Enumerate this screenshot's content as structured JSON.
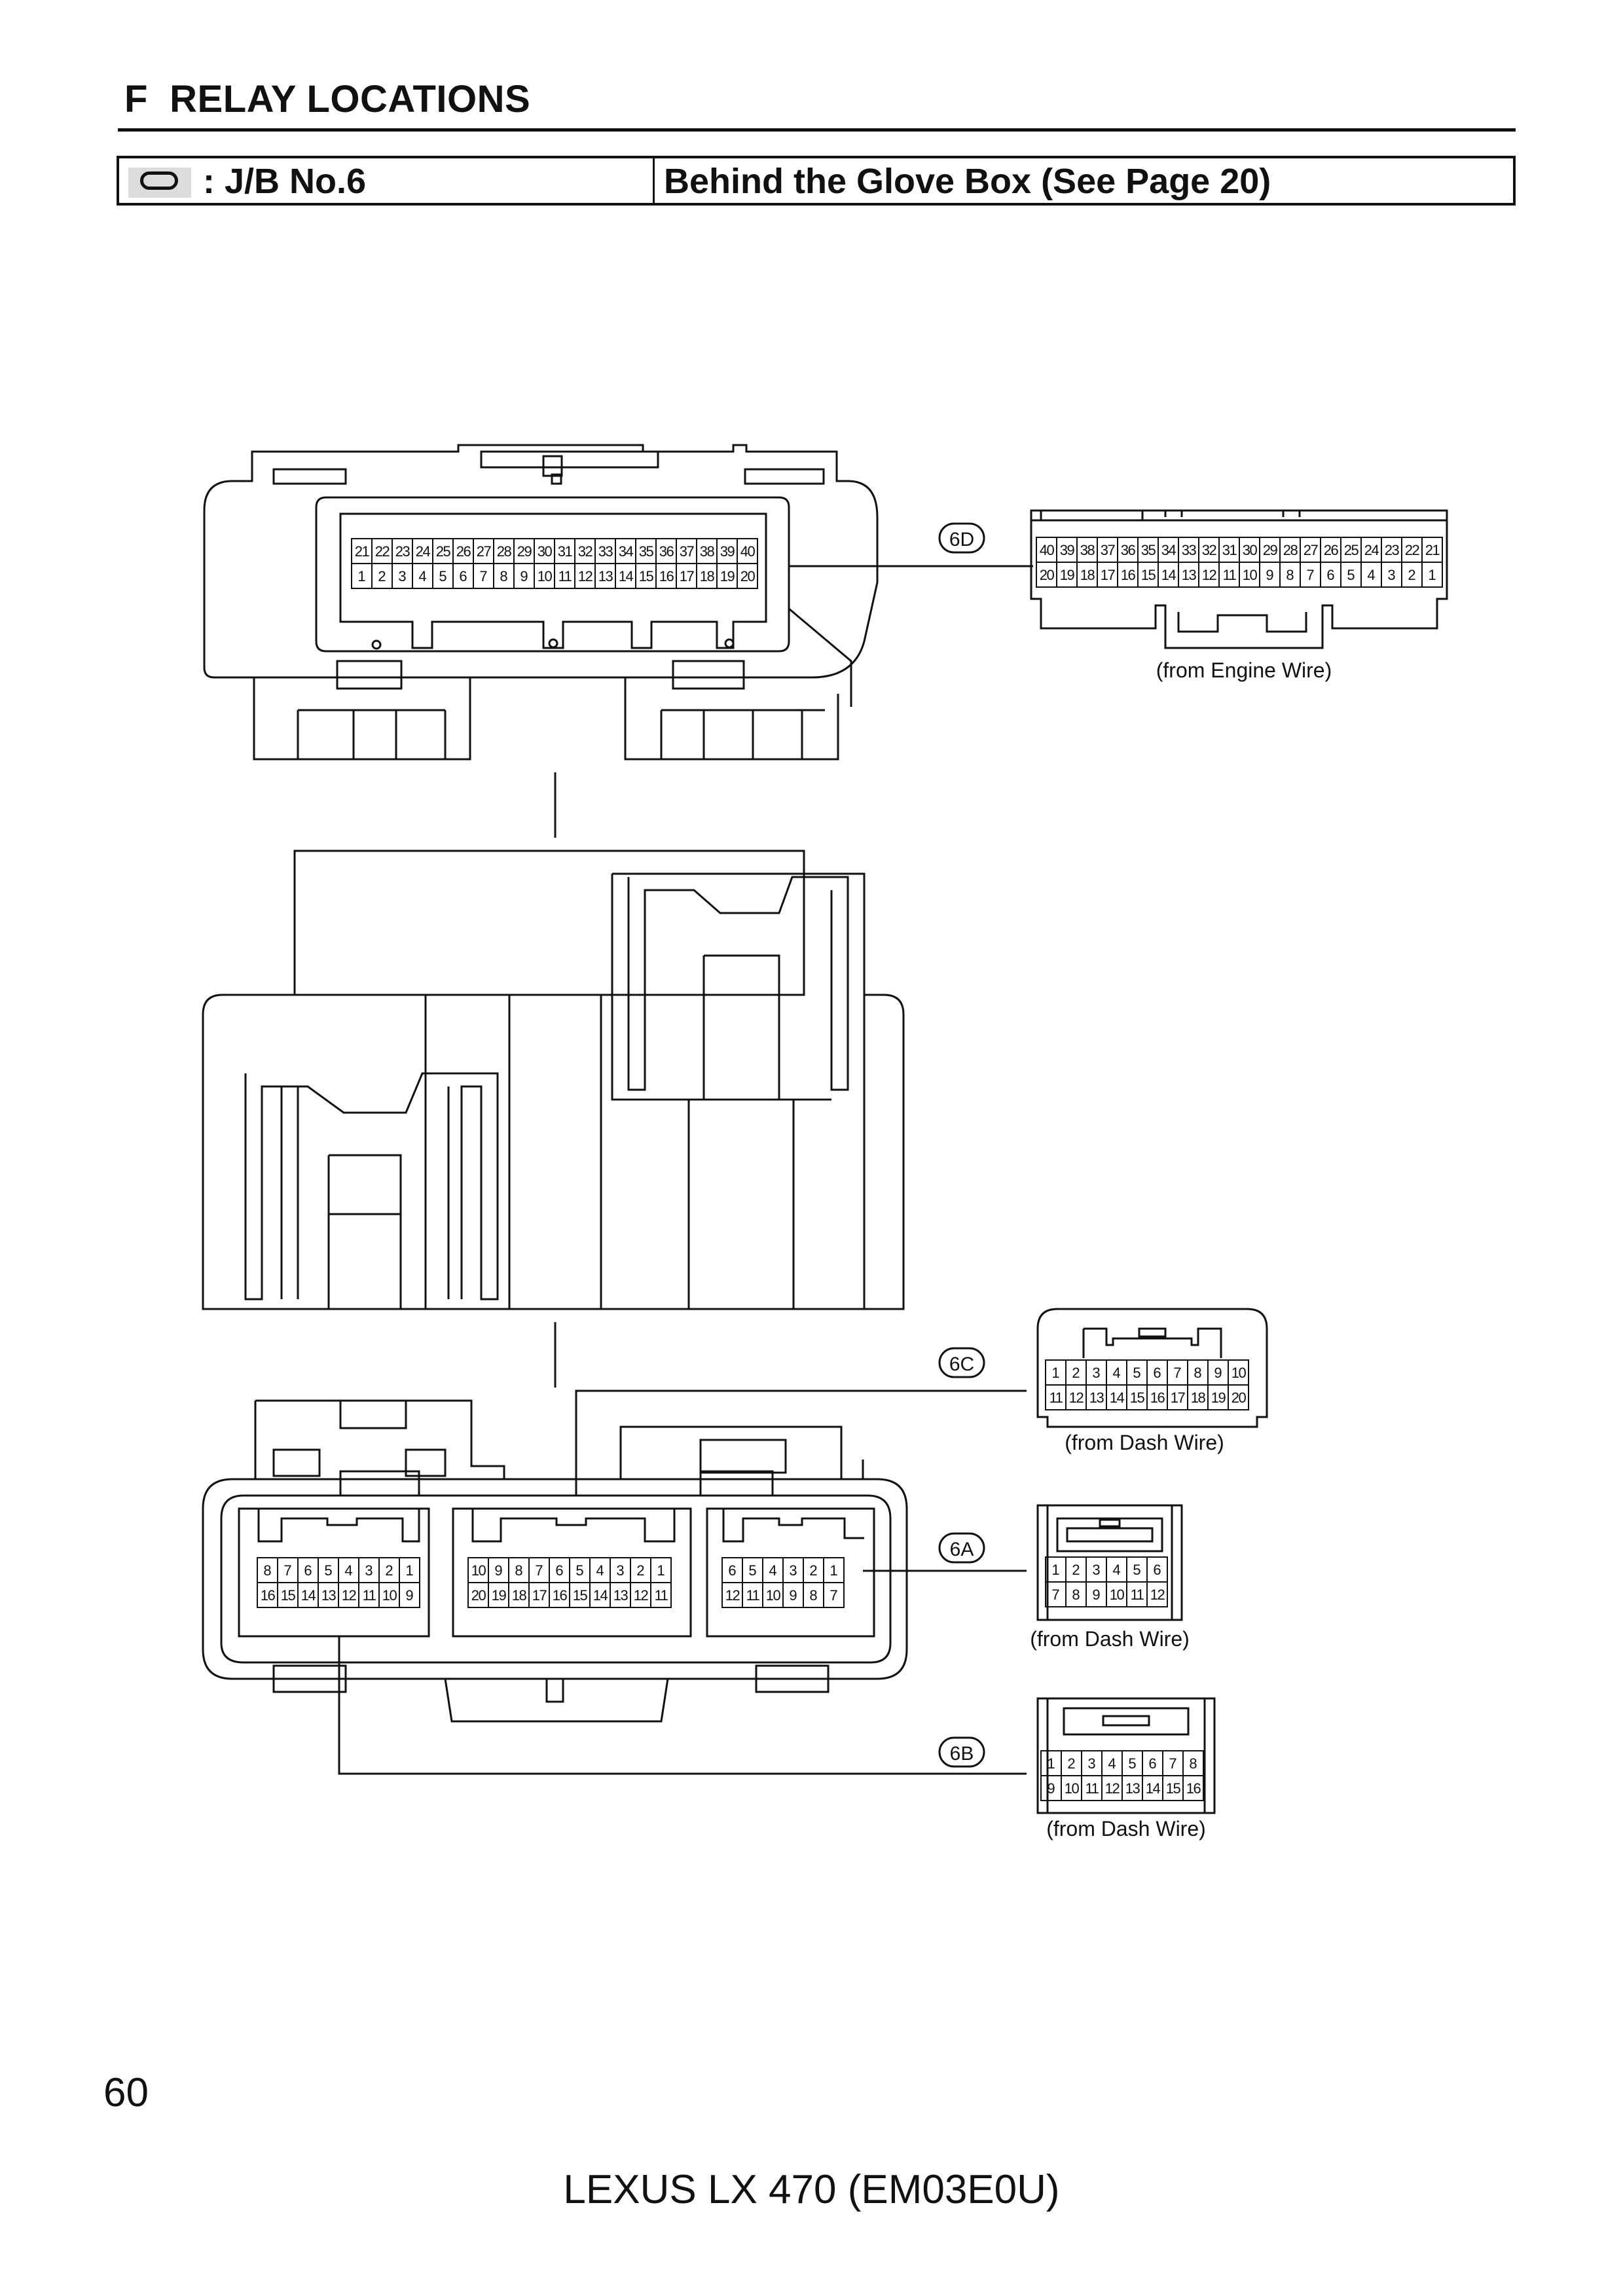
{
  "section": {
    "letter": "F",
    "title": "RELAY LOCATIONS"
  },
  "header": {
    "jb_label": ": J/B No.6",
    "location": "Behind the Glove Box (See Page 20)"
  },
  "connectors": [
    {
      "code": "6D",
      "caption": "(from Engine Wire)",
      "detail_rows": [
        [
          "40",
          "39",
          "38",
          "37",
          "36",
          "35",
          "34",
          "33",
          "32",
          "31",
          "30",
          "29",
          "28",
          "27",
          "26",
          "25",
          "24",
          "23",
          "22",
          "21"
        ],
        [
          "20",
          "19",
          "18",
          "17",
          "16",
          "15",
          "14",
          "13",
          "12",
          "11",
          "10",
          "9",
          "8",
          "7",
          "6",
          "5",
          "4",
          "3",
          "2",
          "1"
        ]
      ],
      "face_rows": [
        [
          "21",
          "22",
          "23",
          "24",
          "25",
          "26",
          "27",
          "28",
          "29",
          "30",
          "31",
          "32",
          "33",
          "34",
          "35",
          "36",
          "37",
          "38",
          "39",
          "40"
        ],
        [
          "1",
          "2",
          "3",
          "4",
          "5",
          "6",
          "7",
          "8",
          "9",
          "10",
          "11",
          "12",
          "13",
          "14",
          "15",
          "16",
          "17",
          "18",
          "19",
          "20"
        ]
      ]
    },
    {
      "code": "6C",
      "caption": "(from Dash Wire)",
      "detail_rows": [
        [
          "1",
          "2",
          "3",
          "4",
          "5",
          "6",
          "7",
          "8",
          "9",
          "10"
        ],
        [
          "11",
          "12",
          "13",
          "14",
          "15",
          "16",
          "17",
          "18",
          "19",
          "20"
        ]
      ],
      "face_rows": [
        [
          "10",
          "9",
          "8",
          "7",
          "6",
          "5",
          "4",
          "3",
          "2",
          "1"
        ],
        [
          "20",
          "19",
          "18",
          "17",
          "16",
          "15",
          "14",
          "13",
          "12",
          "11"
        ]
      ]
    },
    {
      "code": "6A",
      "caption": "(from Dash Wire)",
      "detail_rows": [
        [
          "1",
          "2",
          "3",
          "4",
          "5",
          "6"
        ],
        [
          "7",
          "8",
          "9",
          "10",
          "11",
          "12"
        ]
      ],
      "face_rows": [
        [
          "6",
          "5",
          "4",
          "3",
          "2",
          "1"
        ],
        [
          "12",
          "11",
          "10",
          "9",
          "8",
          "7"
        ]
      ]
    },
    {
      "code": "6B",
      "caption": "(from Dash Wire)",
      "detail_rows": [
        [
          "1",
          "2",
          "3",
          "4",
          "5",
          "6",
          "7",
          "8"
        ],
        [
          "9",
          "10",
          "11",
          "12",
          "13",
          "14",
          "15",
          "16"
        ]
      ],
      "face_rows": [
        [
          "8",
          "7",
          "6",
          "5",
          "4",
          "3",
          "2",
          "1"
        ],
        [
          "16",
          "15",
          "14",
          "13",
          "12",
          "11",
          "10",
          "9"
        ]
      ]
    }
  ],
  "page_number": "60",
  "footer": "LEXUS LX 470 (EM03E0U)"
}
